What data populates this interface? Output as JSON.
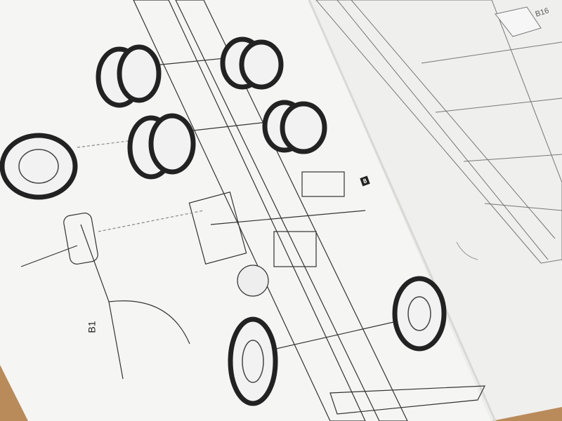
{
  "labels": {
    "part_b16": "B16",
    "part_b1": "B1",
    "step_number": "8"
  },
  "colors": {
    "paper": "#f4f4f2",
    "table": "#b98a5a",
    "ink": "#2a2a2a"
  }
}
